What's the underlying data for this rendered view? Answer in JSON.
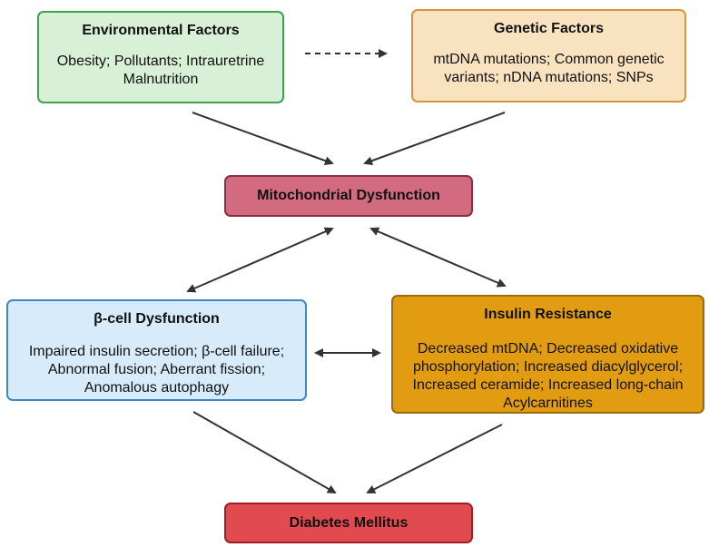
{
  "environmental": {
    "title": "Environmental Factors",
    "body": "Obesity; Pollutants; Intrauretrine Malnutrition"
  },
  "genetic": {
    "title": "Genetic Factors",
    "body": "mtDNA mutations; Common genetic variants; nDNA mutations; SNPs"
  },
  "mitochondrial": {
    "title": "Mitochondrial Dysfunction"
  },
  "beta_cell": {
    "title": "β-cell Dysfunction",
    "body": "Impaired insulin secretion; β-cell failure; Abnormal fusion; Aberrant fission; Anomalous autophagy"
  },
  "insulin_resistance": {
    "title": "Insulin Resistance",
    "body": "Decreased mtDNA; Decreased oxidative phosphorylation; Increased diacylglycerol; Increased ceramide; Increased long-chain Acylcarnitines"
  },
  "diabetes": {
    "title": "Diabetes Mellitus"
  },
  "colors": {
    "arrow": "#333333",
    "environmental_fill": "#d8f0d6",
    "genetic_fill": "#f9e2bf",
    "mitochondrial_fill": "#d26a80",
    "beta_cell_fill": "#d8ebfa",
    "insulin_resistance_fill": "#e19c12",
    "diabetes_fill": "#e14b50"
  }
}
